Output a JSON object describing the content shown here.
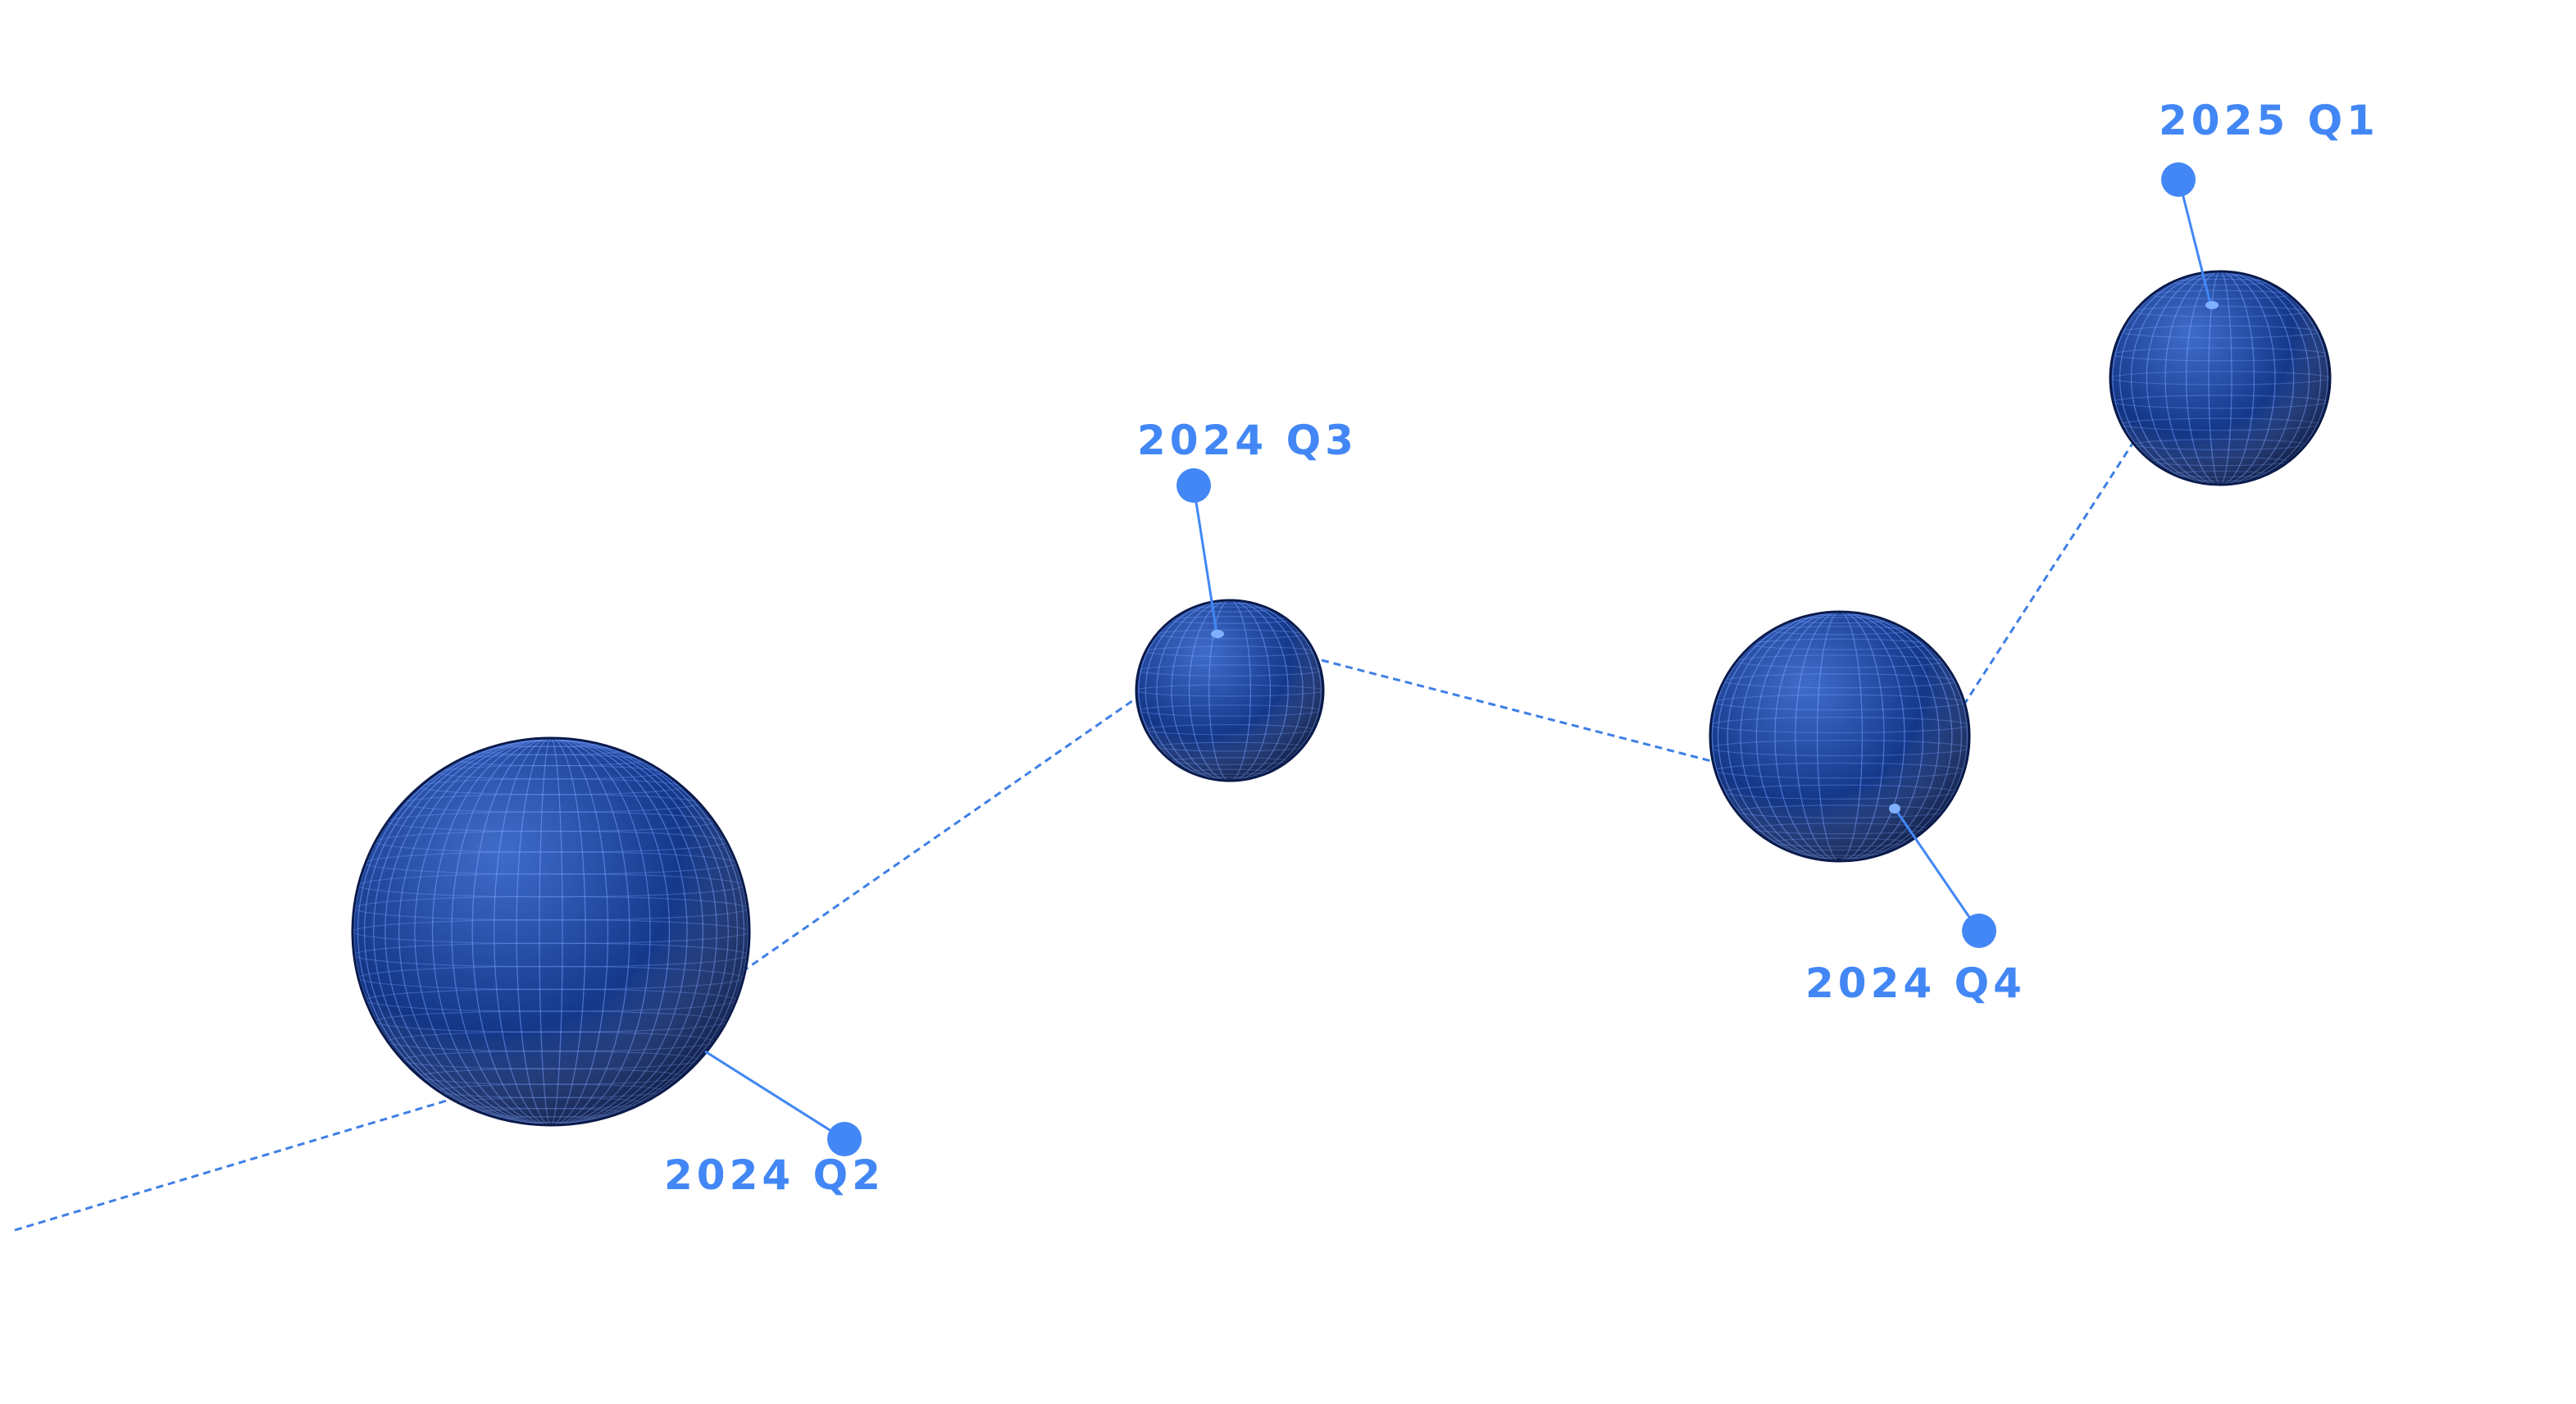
{
  "colors": {
    "background": "#ffffff",
    "accent": "#4287f5",
    "sphere_light": "#2a5cc4",
    "sphere_mid": "#163b8e",
    "sphere_dark": "#0b1f5a",
    "grid_line": "#6f9bff",
    "trail": "#3f7fe6"
  },
  "timeline": {
    "items": [
      {
        "label": "2024 Q2"
      },
      {
        "label": "2024 Q3"
      },
      {
        "label": "2024 Q4"
      },
      {
        "label": "2025 Q1"
      }
    ]
  }
}
